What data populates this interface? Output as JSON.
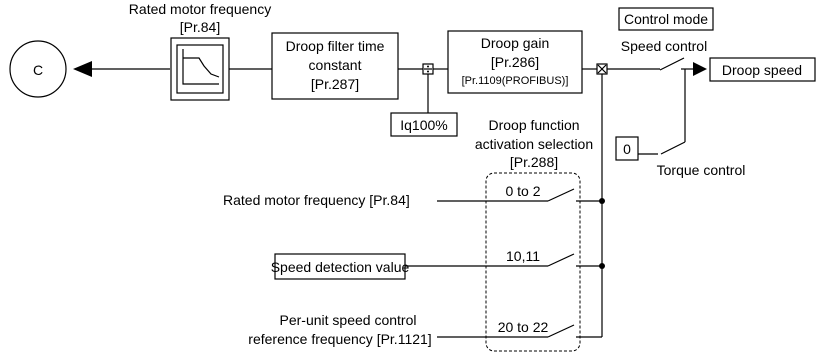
{
  "labels": {
    "rated_freq_top": "Rated motor frequency",
    "pr84_top": "[Pr.84]",
    "connector": "C",
    "filter_line1": "Droop filter time",
    "filter_line2": "constant",
    "filter_line3": "[Pr.287]",
    "gain_line1": "Droop gain",
    "gain_line2": "[Pr.286]",
    "gain_line3": "[Pr.1109(PROFIBUS)]",
    "iq100": "Iq100%",
    "control_mode": "Control mode",
    "speed_control": "Speed control",
    "droop_speed": "Droop speed",
    "zero_const": "0",
    "torque_control": "Torque control",
    "sel_line1": "Droop function",
    "sel_line2": "activation selection",
    "sel_line3": "[Pr.288]",
    "rated_freq_input": "Rated motor frequency [Pr.84]",
    "opt_0_2": "0 to 2",
    "speed_detection": "Speed detection value",
    "opt_10_11": "10,11",
    "per_unit_line1": "Per-unit speed control",
    "per_unit_line2": "reference frequency [Pr.1121]",
    "opt_20_22": "20 to 22"
  }
}
